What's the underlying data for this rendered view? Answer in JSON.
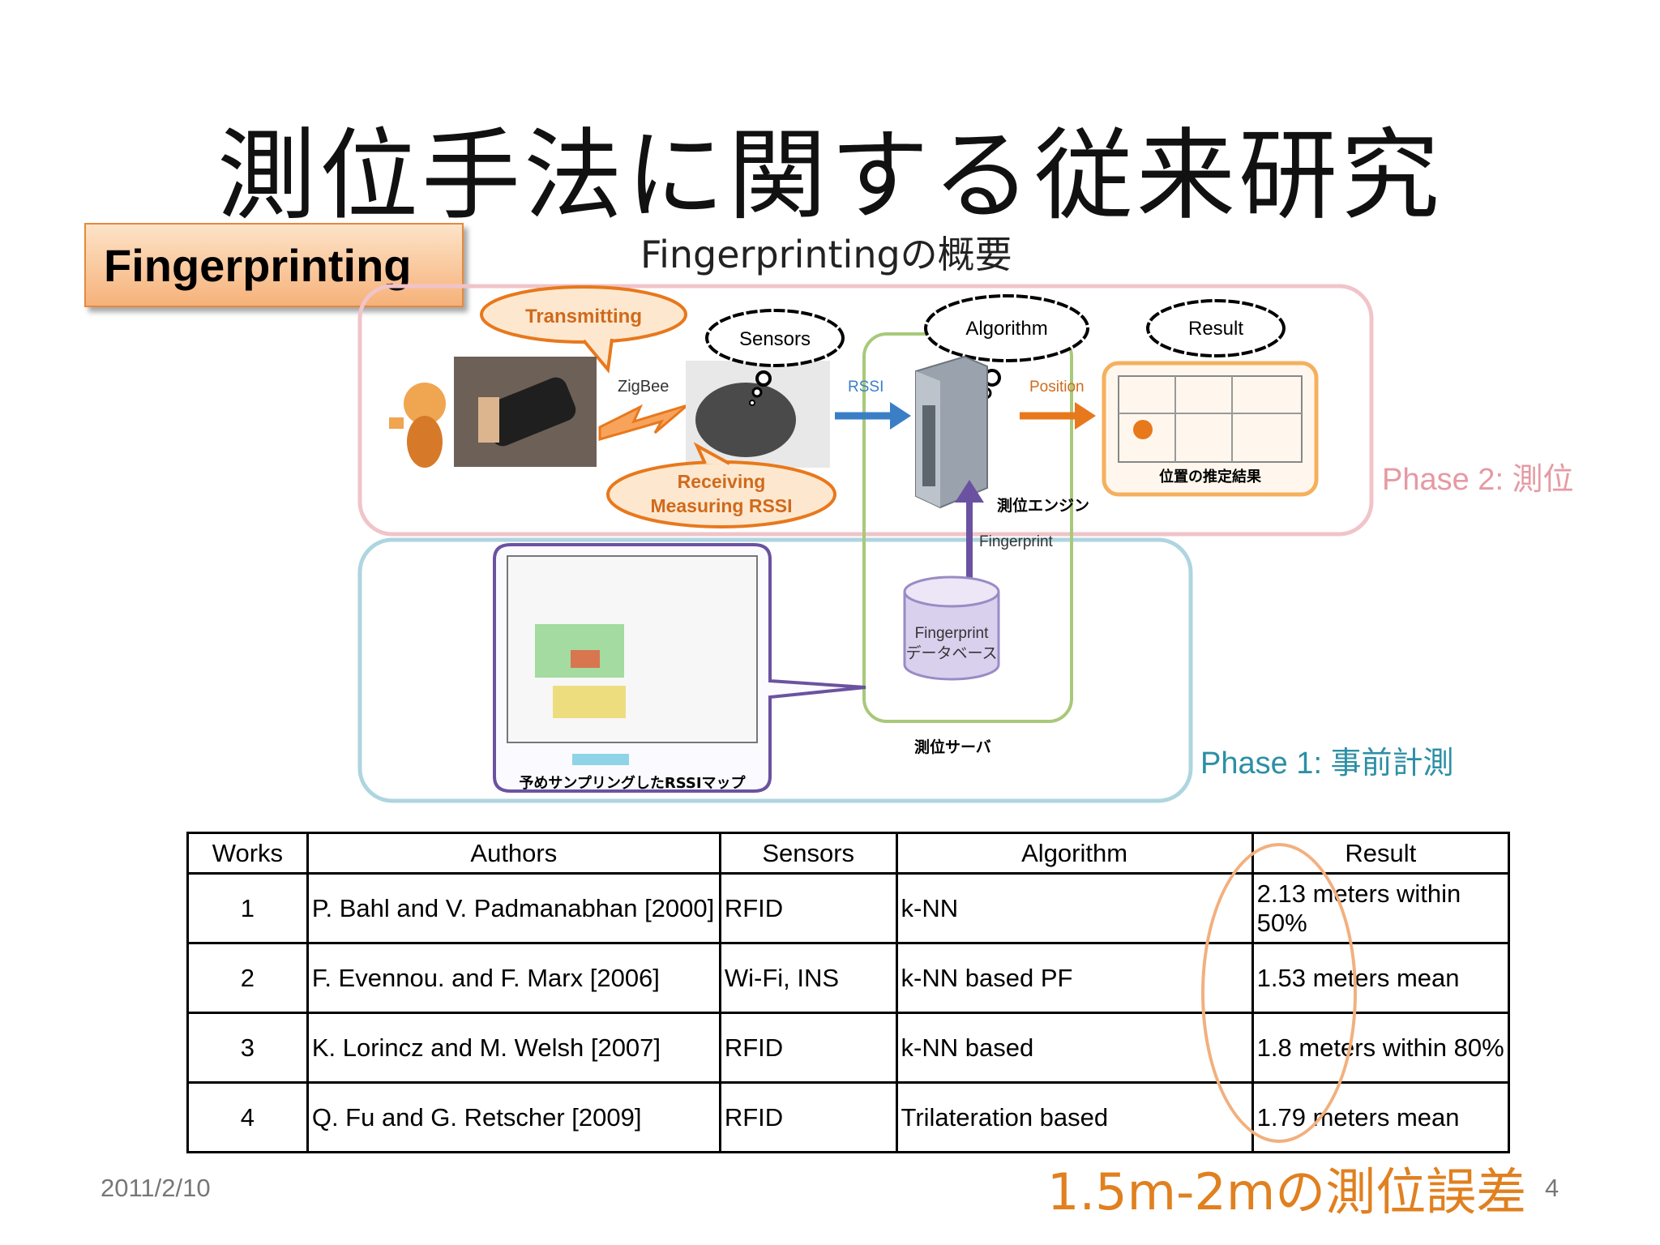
{
  "title": "測位手法に関する従来研究",
  "section_label": "Fingerprinting",
  "diagram": {
    "title": "Fingerprintingの概要",
    "transmitting": "Transmitting",
    "sensors": "Sensors",
    "algorithm": "Algorithm",
    "result": "Result",
    "zigbee": "ZigBee",
    "rssi": "RSSI",
    "position": "Position",
    "receiving_line1": "Receiving",
    "receiving_line2": "Measuring RSSI",
    "location_result": "位置の推定結果",
    "engine": "測位エンジン",
    "fingerprint_arrow": "Fingerprint",
    "db_line1": "Fingerprint",
    "db_line2": "データベース",
    "server": "測位サーバ",
    "rssi_map": "予めサンプリングしたRSSIマップ",
    "phase2": "Phase 2: 測位",
    "phase1": "Phase 1: 事前計測"
  },
  "table": {
    "headers": [
      "Works",
      "Authors",
      "Sensors",
      "Algorithm",
      "Result"
    ],
    "rows": [
      [
        "1",
        "P. Bahl and V. Padmanabhan [2000]",
        "RFID",
        "k-NN",
        "2.13 meters within 50%"
      ],
      [
        "2",
        "F. Evennou. and F. Marx [2006]",
        "Wi-Fi, INS",
        "k-NN based PF",
        "1.53 meters mean"
      ],
      [
        "3",
        "K. Lorincz and M. Welsh [2007]",
        "RFID",
        "k-NN based",
        "1.8 meters within 80%"
      ],
      [
        "4",
        "Q. Fu and G. Retscher [2009]",
        "RFID",
        "Trilateration based",
        "1.79 meters mean"
      ]
    ]
  },
  "error_note": "1.5m-2mの測位誤差",
  "date": "2011/2/10",
  "page_number": "4",
  "colors": {
    "phase2_border": "#f0c4c9",
    "phase1_border": "#aed5e0",
    "server_border": "#a8c97a",
    "orange_accent": "#e0801f",
    "purple_arrow": "#6b52a0",
    "blue_arrow": "#3a7fc6"
  }
}
